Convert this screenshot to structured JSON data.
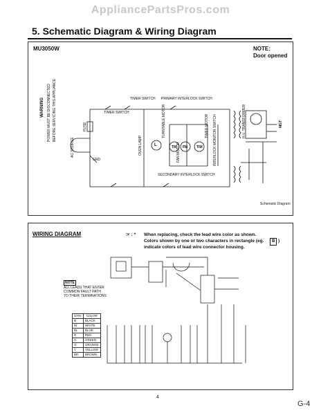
{
  "watermark": "AppliancePartsPros.com",
  "section_title": "5. Schematic Diagram & Wiring Diagram",
  "schematic": {
    "model": "MU3050W",
    "note_title": "NOTE:",
    "note_text": "Door opened",
    "warning_lines": [
      "WARNING",
      "POWER MUST BE DISCONNECTED",
      "BEFORE SERVICING THIS APPLIANCE"
    ],
    "labels": {
      "timer_switch": "TIMER SWITCH",
      "primary_interlock": "PRIMARY INTERLOCK SWITCH",
      "oven_lamp": "OVEN LAMP",
      "lamp_l": "L",
      "turntable_motor": "TURNTABLE MOTOR",
      "tm": "TM",
      "fm": "FM",
      "fan_motor": "FAN MOTOR",
      "tim": "TIM",
      "timer_motor": "TIMER MOTOR",
      "monitor_switch": "INTERLOCK MONITOR SWITCH",
      "secondary_interlock": "SECONDARY INTERLOCK SWITCH",
      "hv_transformer": "H.V. TRANSFORMER",
      "mgt": "MGT",
      "fuse": "FUSE",
      "gnd": "GND",
      "ac_source": "AC SOURCE",
      "diagram_label": "Schematic Diagram"
    }
  },
  "wiring": {
    "title": "WIRING DIAGRAM",
    "note_symbol": "☞ : *",
    "note_lines": [
      "When replacing, check the lead wire color as shown.",
      "Colors shown by one or two characters in rectangle (eg.",
      "indicate colors of lead wire connector housing."
    ],
    "note_box": "B",
    "note_close": ")",
    "note_small_title": "NOTE",
    "note_small_lines": [
      "ALL LEADS THAT ENTER",
      "COMMON FAULT PATH",
      "TO THEIR TERMINATIONS"
    ],
    "legend_headers": [
      "SYM.",
      "COLOR"
    ],
    "legend_rows": [
      [
        "B",
        "BLACK"
      ],
      [
        "W",
        "WHITE"
      ],
      [
        "BL",
        "BLUE"
      ],
      [
        "R",
        "RED"
      ],
      [
        "G",
        "GREEN"
      ],
      [
        "O",
        "ORANGE"
      ],
      [
        "Y",
        "YELLOW"
      ],
      [
        "BR",
        "BROWN"
      ]
    ]
  },
  "page_number": "4",
  "corner_mark": "G-4"
}
